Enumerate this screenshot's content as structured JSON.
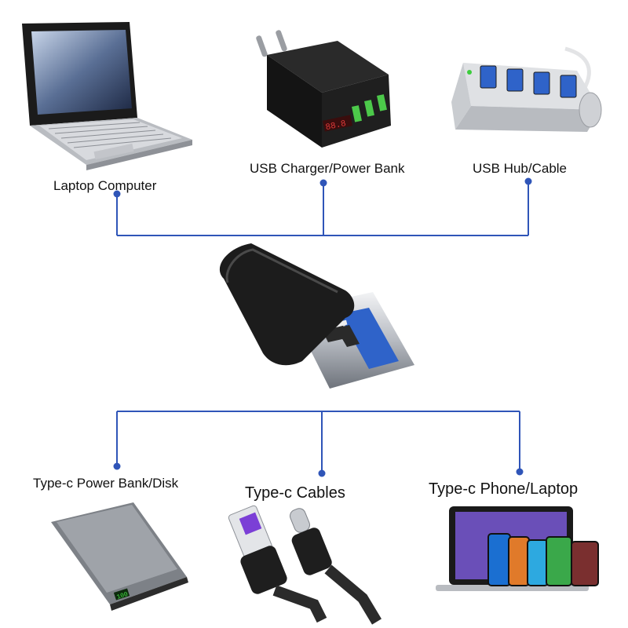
{
  "colors": {
    "connector_line": "#2f55b8",
    "dot": "#2f55b8"
  },
  "top_devices": [
    {
      "label": "Laptop Computer",
      "icon": "laptop-icon"
    },
    {
      "label": "USB Charger/Power Bank",
      "icon": "wall-charger-icon"
    },
    {
      "label": "USB Hub/Cable",
      "icon": "usb-hub-icon"
    }
  ],
  "center": {
    "icon": "usb-a-to-type-c-adapter-icon"
  },
  "bottom_devices": [
    {
      "label": "Type-c Power Bank/Disk",
      "icon": "power-bank-icon"
    },
    {
      "label": "Type-c Cables",
      "icon": "usb-c-cable-icon"
    },
    {
      "label": "Type-c Phone/Laptop",
      "icon": "phone-laptop-icon"
    }
  ]
}
